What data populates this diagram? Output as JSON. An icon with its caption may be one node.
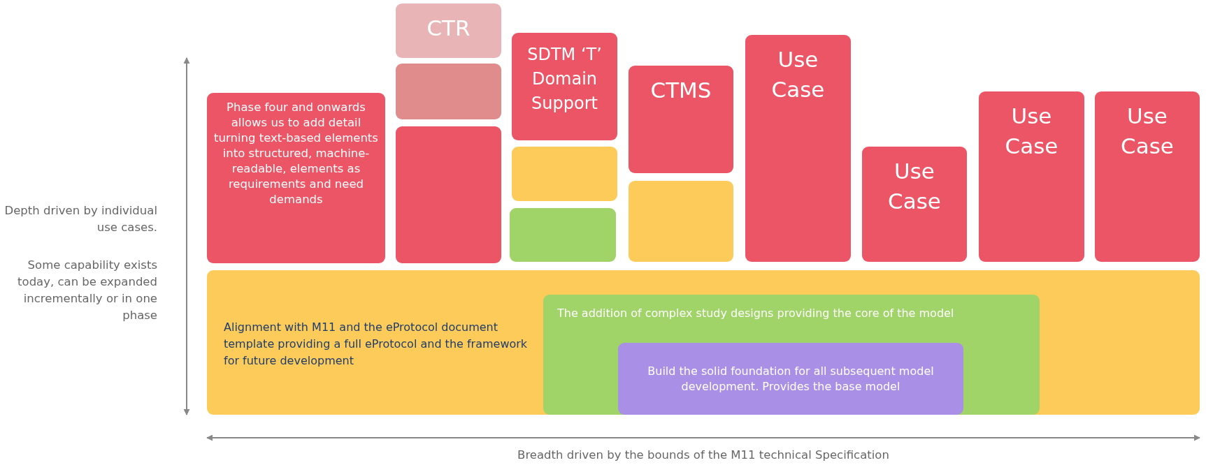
{
  "diagram": {
    "nodes": [
      {
        "text": [
          "Phase four and onwards allows us to add detail turning text-based elements into structured, machine-readable, elements as requirements and need demands"
        ]
      },
      {
        "text": [
          "CTR"
        ]
      },
      {
        "text": [],
        "shape": "box"
      },
      {
        "text": [],
        "shape": "box"
      },
      {
        "text": [
          "SDTM ‘T’ Domain Support"
        ]
      },
      {
        "text": [],
        "shape": "box"
      },
      {
        "text": [],
        "shape": "box"
      },
      {
        "text": [
          "CTMS"
        ]
      },
      {
        "text": [],
        "shape": "box"
      },
      {
        "text": [
          "Use Case"
        ]
      },
      {
        "text": [
          "Use Case"
        ]
      },
      {
        "text": [
          "Use Case"
        ]
      },
      {
        "text": [
          "Use Case"
        ]
      },
      {
        "text": [
          "Alignment with M11 and the eProtocol document template providing a full eProtocol and the framework for future development"
        ]
      },
      {
        "text": [
          "The addition of complex study designs providing the core of the model"
        ],
        "in": 13
      },
      {
        "text": [
          "Build the solid foundation for all subsequent model development. Provides the base model"
        ],
        "in": 14
      }
    ],
    "edges": [],
    "labels": [
      "Depth driven by individual use cases.",
      "Some capability exists today, can be expanded incrementally or in one phase",
      "Breadth driven by the bounds of the M11 technical Specification"
    ]
  }
}
